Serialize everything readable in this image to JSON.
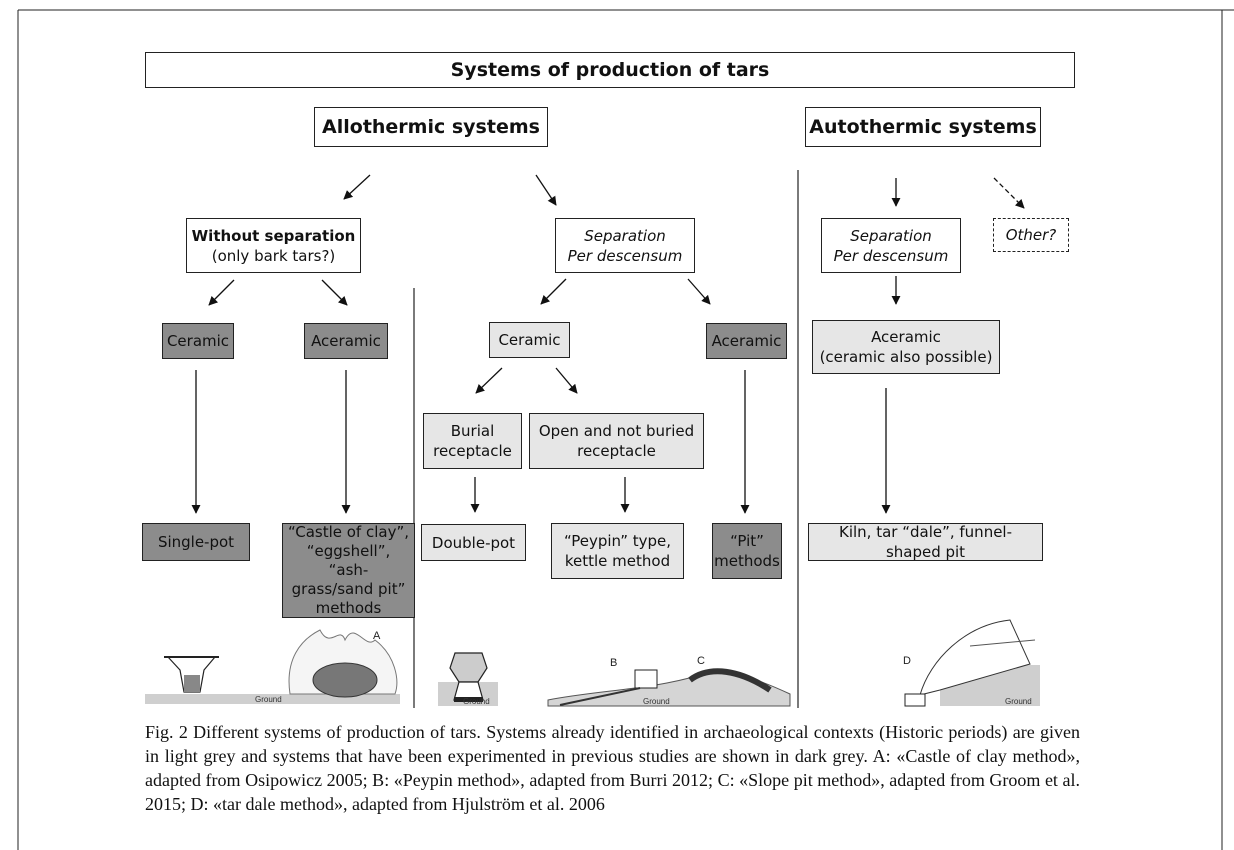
{
  "title": "Systems of production of tars",
  "allothermic": "Allothermic systems",
  "autothermic": "Autothermic systems",
  "without_sep": {
    "line1": "Without separation",
    "line2": "(only bark tars?)"
  },
  "separation_left": {
    "line1": "Separation",
    "line2": "Per descensum"
  },
  "separation_right": {
    "line1": "Separation",
    "line2": "Per descensum"
  },
  "other": "Other?",
  "ceramic_dark": "Ceramic",
  "aceramic_dark_left": "Aceramic",
  "ceramic_light": "Ceramic",
  "aceramic_dark_mid": "Aceramic",
  "aceramic_auto": {
    "line1": "Aceramic",
    "line2": "(ceramic also possible)"
  },
  "burial": {
    "line1": "Burial",
    "line2": "receptacle"
  },
  "open": {
    "line1": "Open and not buried",
    "line2": "receptacle"
  },
  "single_pot": "Single-pot",
  "castle": {
    "line1": "“Castle of clay”,",
    "line2": "“eggshell”, “ash-",
    "line3": "grass/sand pit”",
    "line4": "methods"
  },
  "double_pot": "Double-pot",
  "peypin": {
    "line1": "“Peypin” type,",
    "line2": "kettle method"
  },
  "pit": {
    "line1": "“Pit”",
    "line2": "methods"
  },
  "kiln": "Kiln, tar “dale”, funnel-shaped pit",
  "illustrations": {
    "ground": "Ground",
    "letter_a": "A",
    "letter_b": "B",
    "letter_c": "C",
    "letter_d": "D"
  },
  "caption": "Fig. 2  Different systems of production of tars. Systems already identified in archaeological contexts (Historic periods) are given in light grey and systems that have been experimented in previous studies are shown in dark grey. A: «Castle of clay method», adapted from Osipowicz 2005; B: «Peypin method», adapted from Burri 2012; C: «Slope pit method», adapted from Groom et al. 2015; D: «tar dale method», adapted from Hjulström et al. 2006",
  "colors": {
    "light_grey": "#e6e6e6",
    "dark_grey": "#8c8c8c"
  }
}
